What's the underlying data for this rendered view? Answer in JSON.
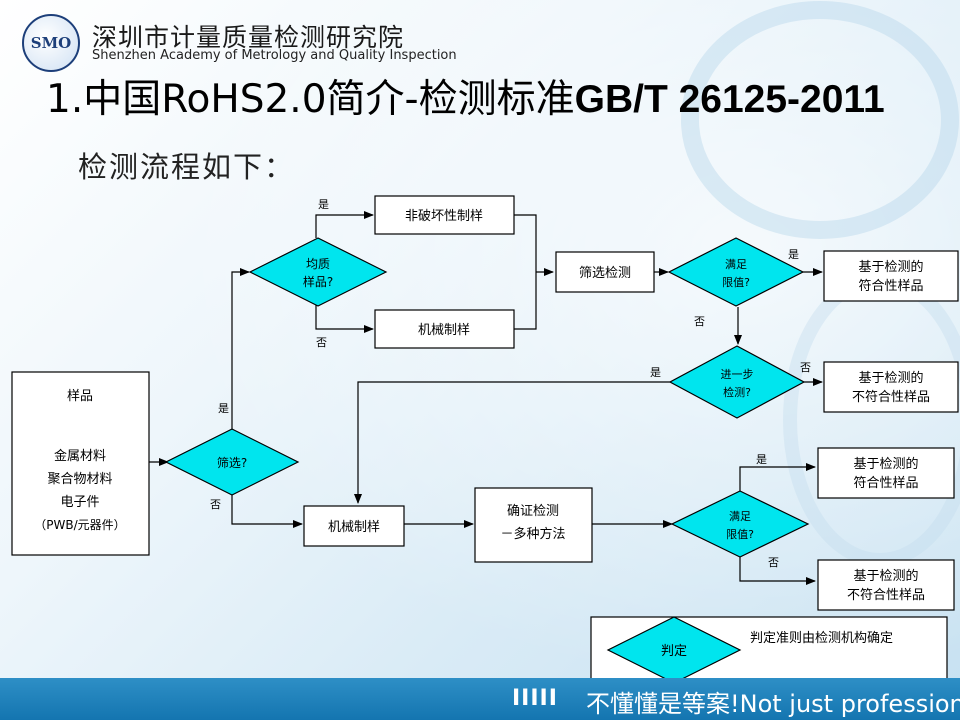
{
  "header": {
    "logo_text": "SMO",
    "org_name_cn": "深圳市计量质量检测研究院",
    "org_name_en": "Shenzhen Academy of Metrology and Quality Inspection"
  },
  "title": {
    "prefix": "1.中国RoHS2.0简介-检测标准",
    "standard": "GB/T 26125-2011"
  },
  "subtitle": "检测流程如下：",
  "flow": {
    "sample": {
      "title": "样品",
      "items": [
        "金属材料",
        "聚合物材料",
        "电子件",
        "（PWB/元器件）"
      ]
    },
    "screen_decision": "筛选?",
    "homogeneous_decision": [
      "均质",
      "样品?"
    ],
    "nondestructive_prep": "非破坏性制样",
    "mechanical_prep_top": "机械制样",
    "screening_test": "筛选检测",
    "meets_limit_top": [
      "满足",
      "限值?"
    ],
    "compliant_top": [
      "基于检测的",
      "符合性样品"
    ],
    "further_test": [
      "进一步",
      "检测?"
    ],
    "noncompliant_mid": [
      "基于检测的",
      "不符合性样品"
    ],
    "mechanical_prep_bottom": "机械制样",
    "confirm_test": [
      "确证检测",
      "－多种方法"
    ],
    "meets_limit_bottom": [
      "满足",
      "限值?"
    ],
    "compliant_bottom": [
      "基于检测的",
      "符合性样品"
    ],
    "noncompliant_bottom": [
      "基于检测的",
      "不符合性样品"
    ],
    "labels": {
      "yes": "是",
      "no": "否"
    }
  },
  "legend": {
    "decision_label": "判定",
    "description": "判定准则由检测机构确定"
  },
  "footer": {
    "bars": "IIIII",
    "slogan": "不懂懂是等案!Not just professional!"
  },
  "colors": {
    "decision_fill": "#00e5ee",
    "box_fill": "#ffffff",
    "footer_blue": "#1475b0"
  }
}
